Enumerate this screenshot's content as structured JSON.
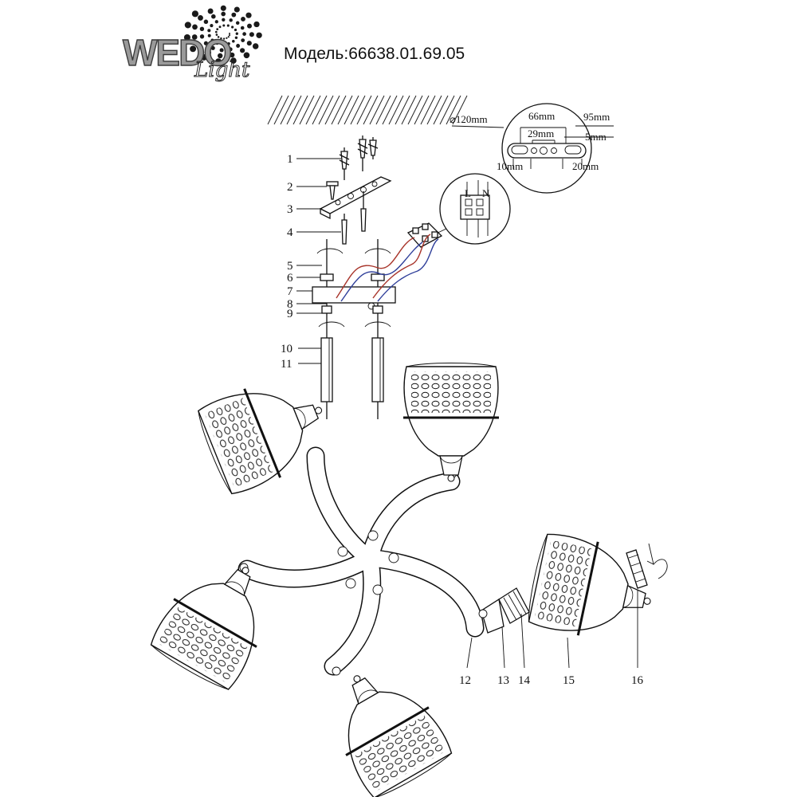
{
  "header": {
    "brand": "WEDO",
    "brand_script": "Light",
    "model_label": "Модель:66638.01.69.05"
  },
  "dimensions": {
    "diameter": "⌀120mm",
    "spacing_66": "66mm",
    "spacing_29": "29mm",
    "width_95": "95mm",
    "width_5": "5mm",
    "width_10": "10mm",
    "width_20": "20mm"
  },
  "terminal": {
    "label_l": "L",
    "label_n": "N"
  },
  "part_numbers": [
    "1",
    "2",
    "3",
    "4",
    "5",
    "6",
    "7",
    "8",
    "9",
    "10",
    "11",
    "12",
    "13",
    "14",
    "15",
    "16"
  ],
  "colors": {
    "line": "#111111",
    "wire_live": "#a8342a",
    "wire_neutral": "#2f3f9a",
    "logo_fill": "#9a9a9a"
  }
}
